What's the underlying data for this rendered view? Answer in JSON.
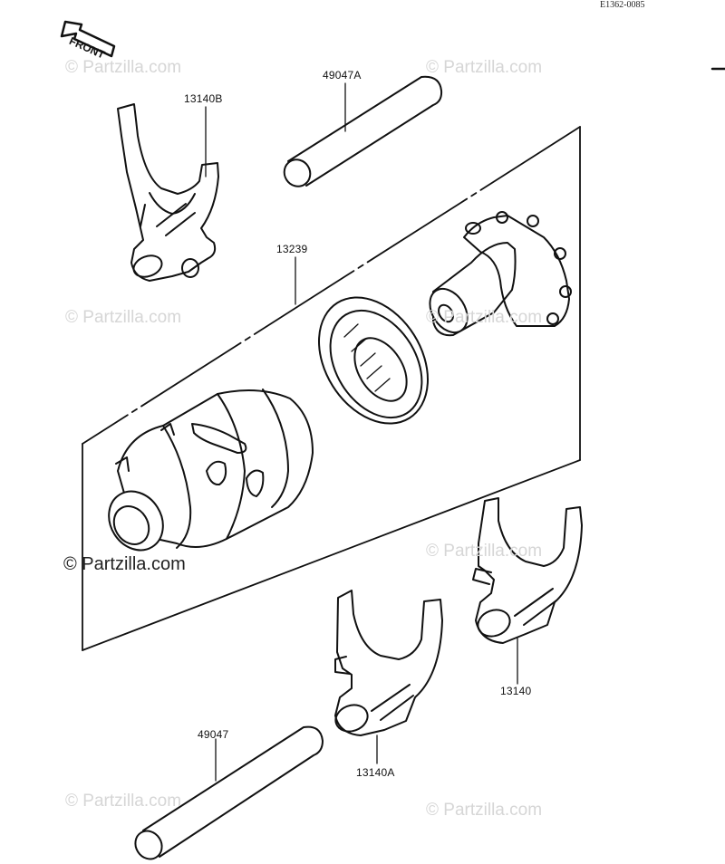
{
  "diagram_code": "E1362-0085",
  "front_label": "FRONT",
  "watermark": "© Partzilla.com",
  "parts": {
    "fork_13140B": "13140B",
    "shaft_49047A": "49047A",
    "drum_assy_13239": "13239",
    "fork_13140": "13140",
    "fork_13140A": "13140A",
    "shaft_49047": "49047"
  },
  "colors": {
    "ink": "#111111",
    "watermark": "#d6d6d6"
  }
}
